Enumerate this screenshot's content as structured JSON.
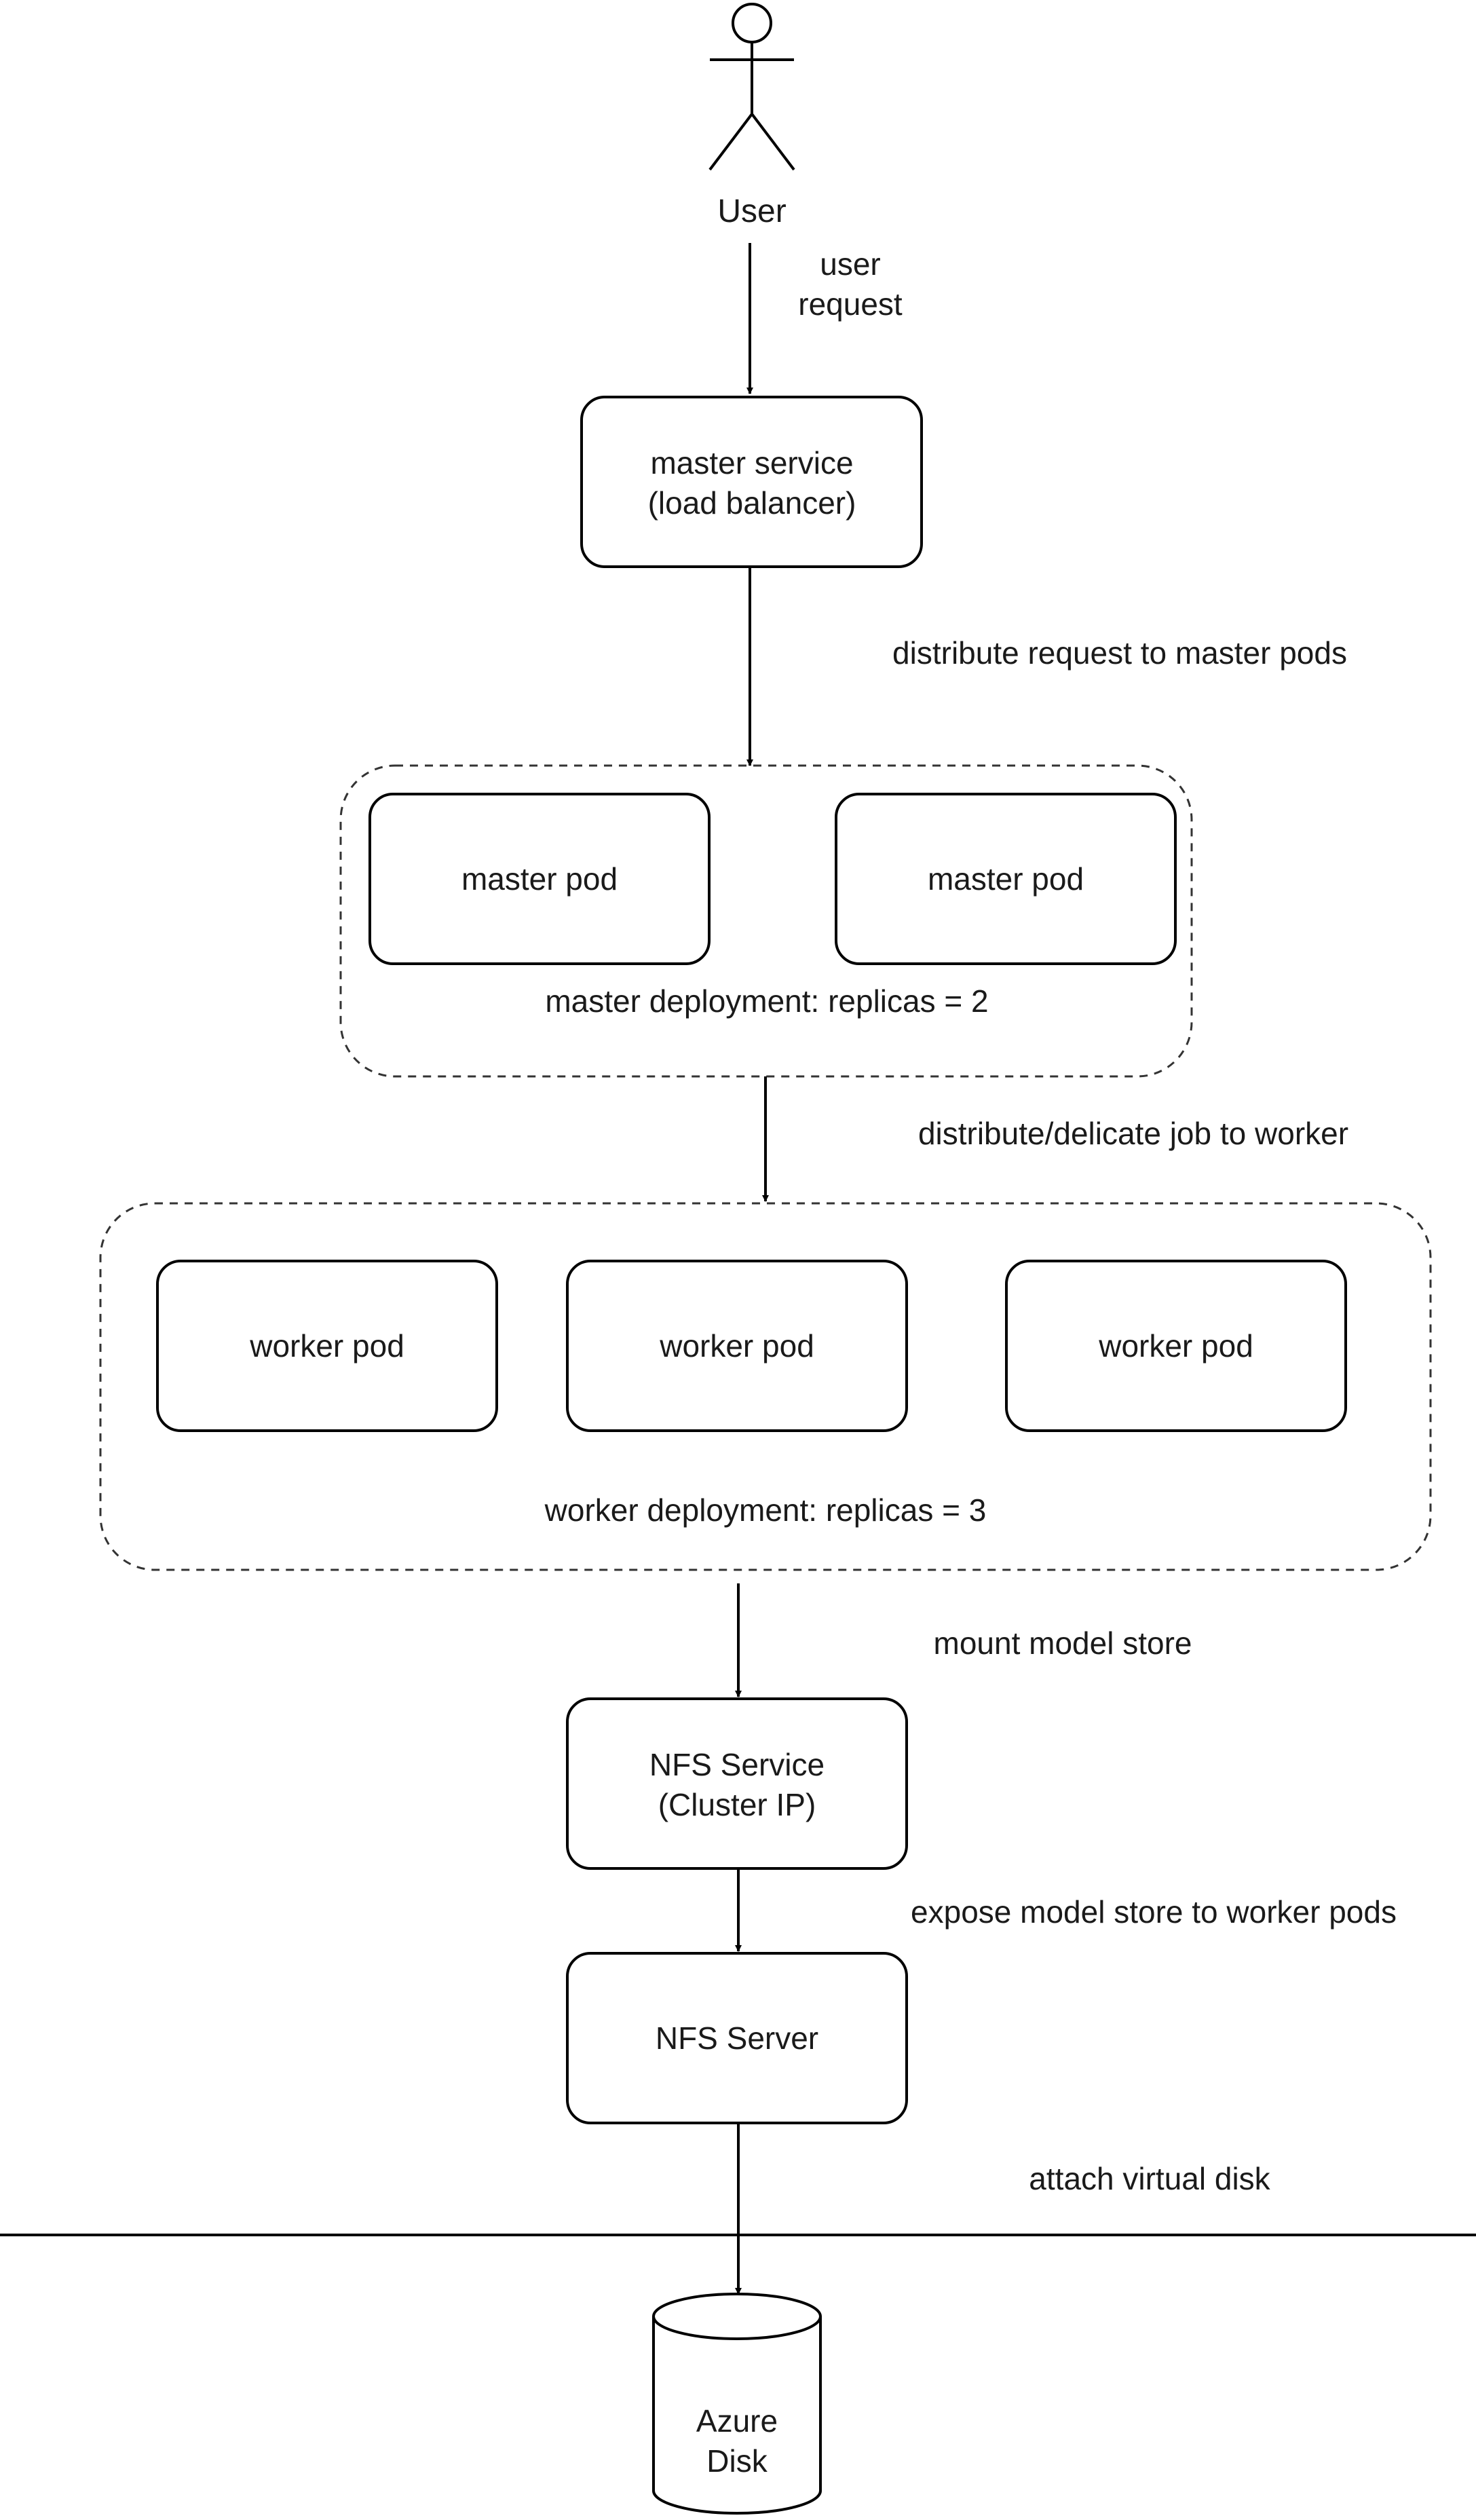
{
  "actor": {
    "label": "User"
  },
  "edges": {
    "user_request": [
      "user",
      "request"
    ],
    "distribute_master": "distribute request to master pods",
    "distribute_worker": "distribute/delicate job to worker",
    "mount_store": "mount model store",
    "expose_store": "expose model store to worker pods",
    "attach_disk": "attach virtual disk"
  },
  "master_service": {
    "lines": [
      "master service",
      "(load balancer)"
    ]
  },
  "master_deployment": {
    "label": "master deployment: replicas = 2",
    "pods": [
      "master pod",
      "master pod"
    ]
  },
  "worker_deployment": {
    "label": "worker deployment: replicas = 3",
    "pods": [
      "worker pod",
      "worker pod",
      "worker pod"
    ]
  },
  "nfs_service": {
    "lines": [
      "NFS Service",
      "(Cluster IP)"
    ]
  },
  "nfs_server": {
    "label": "NFS Server"
  },
  "azure_disk": {
    "lines": [
      "Azure",
      "Disk"
    ]
  }
}
